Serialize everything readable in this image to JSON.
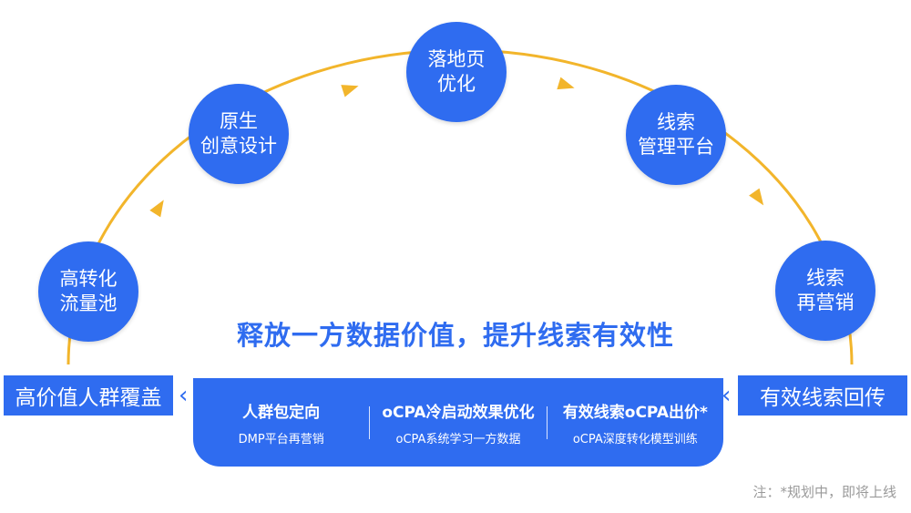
{
  "colors": {
    "primary": "#2f6cf0",
    "arc": "#f2b52b",
    "note": "#9a9a9a"
  },
  "nodes": [
    {
      "lines": [
        "高转化",
        "流量池"
      ]
    },
    {
      "lines": [
        "原生",
        "创意设计"
      ]
    },
    {
      "lines": [
        "落地页",
        "优化"
      ]
    },
    {
      "lines": [
        "线索",
        "管理平台"
      ]
    },
    {
      "lines": [
        "线索",
        "再营销"
      ]
    }
  ],
  "headline": "释放一方数据价值，提升线索有效性",
  "left_box": "高价值人群覆盖",
  "right_box": "有效线索回传",
  "chevron": "‹",
  "panel": {
    "cols": [
      {
        "title": "人群包定向",
        "sub": "DMP平台再营销"
      },
      {
        "title": "oCPA冷启动效果优化",
        "sub": "oCPA系统学习一方数据"
      },
      {
        "title": "有效线索oCPA出价*",
        "sub": "oCPA深度转化模型训练"
      }
    ]
  },
  "note": "注：*规划中，即将上线"
}
